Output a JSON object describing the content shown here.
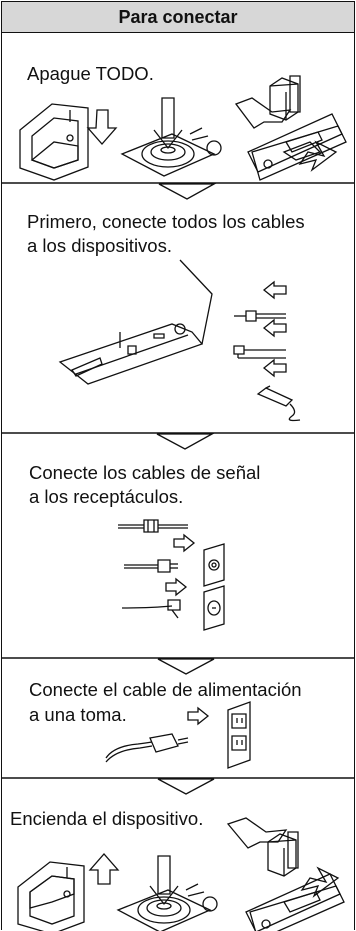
{
  "title": "Para conectar",
  "steps": [
    {
      "line1": "Apague TODO.",
      "line2": ""
    },
    {
      "line1": "Primero, conecte todos los cables",
      "line2": "a los dispositivos."
    },
    {
      "line1": "Conecte los cables de señal",
      "line2": "a los receptáculos."
    },
    {
      "line1": "Conecte el cable de alimentación",
      "line2": "a una toma."
    },
    {
      "line1": "Encienda el dispositivo.",
      "line2": ""
    }
  ],
  "colors": {
    "header_bg": "#d7d7d7",
    "ink": "#111111"
  }
}
